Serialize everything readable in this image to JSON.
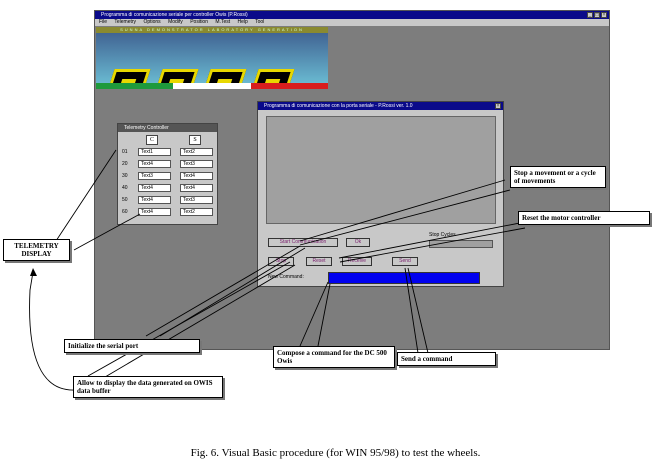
{
  "main_window": {
    "title": "Programma di comunicazione seriale per controller Owis   (P.Rossi)",
    "menu": [
      "File",
      "Telemetry",
      "Options",
      "Modify",
      "Position",
      "M.Test",
      "Help",
      "Tool"
    ]
  },
  "logo": {
    "banner_text": "SUNNA  DEMONSTRATOR  LABORATORY  GENERATION",
    "flag_colors": [
      "#1e9a3c",
      "#ffffff",
      "#d81e1e"
    ]
  },
  "telemetry_window": {
    "title": "Telemetry Controller",
    "col_headers": [
      "C",
      "S"
    ],
    "rows": [
      {
        "label": "01",
        "c": "Text1",
        "s": "Text2"
      },
      {
        "label": "20",
        "c": "Text4",
        "s": "Text3"
      },
      {
        "label": "30",
        "c": "Text3",
        "s": "Text4"
      },
      {
        "label": "40",
        "c": "Text4",
        "s": "Text4"
      },
      {
        "label": "50",
        "c": "Text4",
        "s": "Text3"
      },
      {
        "label": "60",
        "c": "Text4",
        "s": "Text2"
      }
    ]
  },
  "com_window": {
    "title": "Programma di comunicazione con la porta seriale - P.Rossi  ver. 1.0",
    "buttons": {
      "start": "Start Communication",
      "ok": "Ok",
      "stop": "Stop",
      "reset": "Reset",
      "receive": "Receive",
      "send": "Send"
    },
    "side_label": "Stop Cycles",
    "new_command_label": "New Command:"
  },
  "callouts": {
    "telemetry": "TELEMETRY DISPLAY",
    "stop": "Stop a movement or a cycle of movements",
    "reset": "Reset the motor controller",
    "init": "Initialize the serial port",
    "compose": "Compose a command for the DC 500 Owis",
    "send": "Send a command",
    "buffer": "Allow to display the data generated on OWIS data buffer"
  },
  "caption": "Fig. 6. Visual Basic procedure (for WIN 95/98) to test the wheels.",
  "colors": {
    "desktop": "#7d7d7d",
    "titlebar": "#0a0a8a",
    "command_box": "#0000ee",
    "button_text": "#7a1f6e",
    "logo_letter": "#e8d800"
  }
}
